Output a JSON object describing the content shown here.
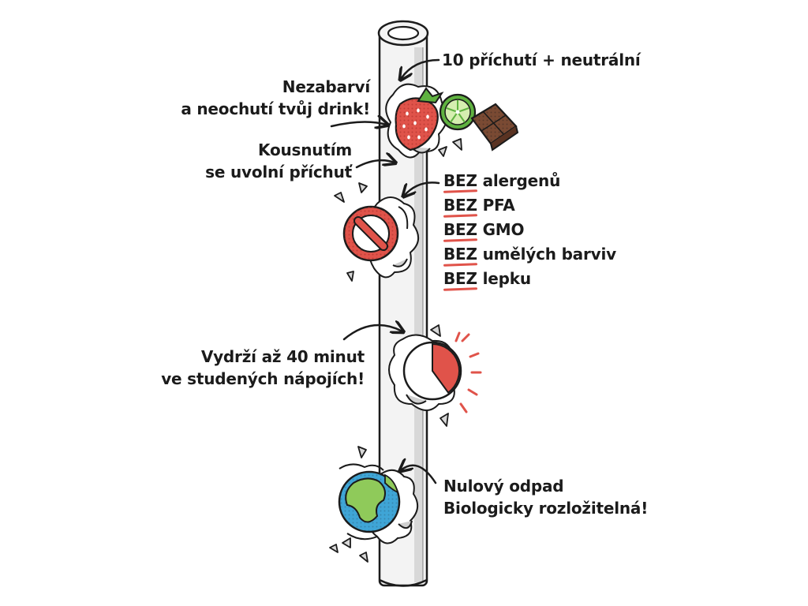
{
  "flavors": {
    "label": "10 příchutí + neutrální"
  },
  "no_color": {
    "line1": "Nezabarví",
    "line2": "a neochutí tvůj drink!"
  },
  "bite": {
    "line1": "Kousnutím",
    "line2": "se uvolní příchuť"
  },
  "free_from": {
    "prefix": "BEZ",
    "items": [
      "alergenů",
      "PFA",
      "GMO",
      "umělých barviv",
      "lepku"
    ]
  },
  "duration": {
    "line1": "Vydrží až 40 minut",
    "line2": "ve studených nápojích!"
  },
  "eco": {
    "line1": "Nulový odpad",
    "line2": "Biologicky rozložitelná!"
  },
  "timer": {
    "portion_filled": 0.4
  },
  "colors": {
    "outline": "#1b1b1b",
    "accent_red": "#e0534a",
    "straw": "#f3f3f3",
    "straw_shadow": "#cfcfcf",
    "lime": "#5fb240",
    "chocolate": "#7a4a33",
    "ocean": "#3fa5d6",
    "land": "#8fca5a"
  },
  "icons": [
    "strawberry-icon",
    "lime-icon",
    "chocolate-icon",
    "no-sign-icon",
    "timer-icon",
    "globe-icon"
  ]
}
